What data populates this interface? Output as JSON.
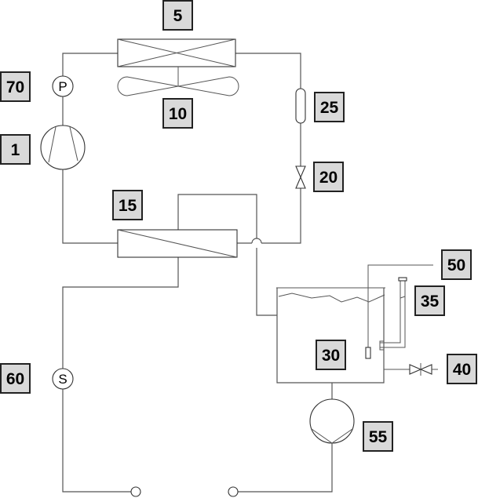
{
  "diagram": {
    "type": "refrigeration-schematic",
    "components": [
      {
        "id": "compressor",
        "label": "1"
      },
      {
        "id": "condenser",
        "label": "5"
      },
      {
        "id": "condenser-fan",
        "label": "10"
      },
      {
        "id": "heat-exchanger",
        "label": "15"
      },
      {
        "id": "expansion-valve",
        "label": "20"
      },
      {
        "id": "receiver",
        "label": "25"
      },
      {
        "id": "tank",
        "label": "30"
      },
      {
        "id": "overflow-pipe",
        "label": "35"
      },
      {
        "id": "drain-valve",
        "label": "40"
      },
      {
        "id": "level-sensor",
        "label": "50"
      },
      {
        "id": "pump",
        "label": "55"
      },
      {
        "id": "flow-switch",
        "label": "60"
      },
      {
        "id": "pressure-switch",
        "label": "70"
      }
    ],
    "instrument_letters": {
      "pressure": "P",
      "switch": "S"
    },
    "colors": {
      "label_fill": "#d9d9d9",
      "label_border": "#222222",
      "line": "#555555"
    }
  }
}
